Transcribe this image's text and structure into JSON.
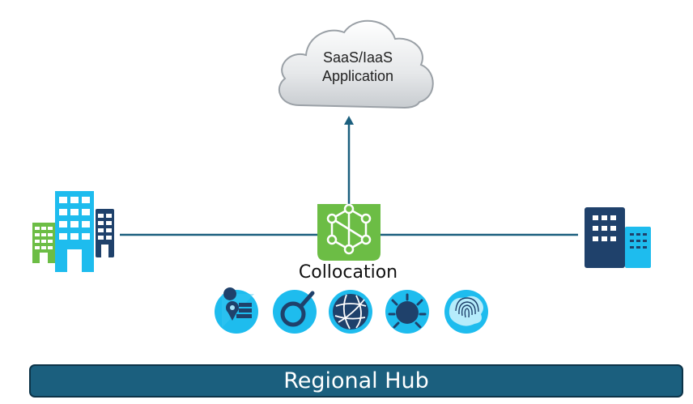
{
  "cloud": {
    "line1": "SaaS/IaaS",
    "line2": "Application"
  },
  "collocation": {
    "label": "Collocation"
  },
  "services": [
    {
      "icon": "location-list-icon"
    },
    {
      "icon": "search-icon"
    },
    {
      "icon": "global-network-icon"
    },
    {
      "icon": "malware-bug-icon"
    },
    {
      "icon": "fingerprint-cloud-icon"
    }
  ],
  "hub": {
    "label": "Regional Hub"
  },
  "colors": {
    "line": "#1b5f7e",
    "green": "#6cbd45",
    "cyan": "#1ebcee",
    "navy": "#1f416b",
    "hub": "#1b5f7e"
  }
}
